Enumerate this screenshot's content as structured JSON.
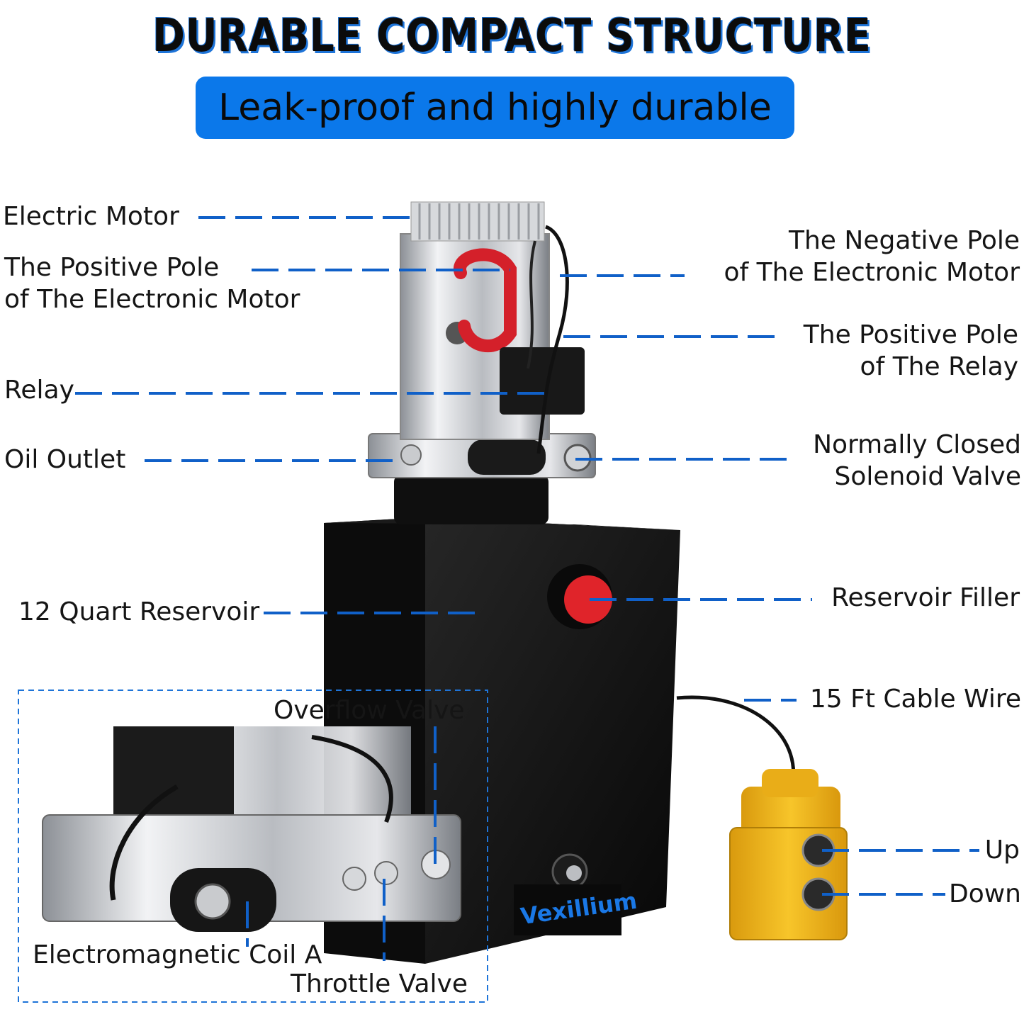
{
  "header": {
    "title": "DURABLE COMPACT STRUCTURE",
    "subtitle": "Leak-proof and highly durable"
  },
  "labels": {
    "electric_motor": "Electric Motor",
    "positive_pole_motor_1": "The Positive Pole",
    "positive_pole_motor_2": "of The Electronic Motor",
    "relay": "Relay",
    "oil_outlet": "Oil Outlet",
    "reservoir": "12 Quart Reservoir",
    "negative_pole_motor_1": "The Negative Pole",
    "negative_pole_motor_2": "of The Electronic Motor",
    "positive_pole_relay_1": "The Positive Pole",
    "positive_pole_relay_2": "of The Relay",
    "solenoid_valve_1": "Normally Closed",
    "solenoid_valve_2": "Solenoid Valve",
    "reservoir_filler": "Reservoir Filler",
    "cable_wire": "15 Ft Cable Wire",
    "up": "Up",
    "down": "Down",
    "overflow_valve": "Overflow Valve",
    "coil_a": "Electromagnetic Coil A",
    "throttle_valve": "Throttle Valve"
  },
  "brand": "Vexillium",
  "colors": {
    "accent_blue": "#0b78ea",
    "line_blue": "#1060c8",
    "reservoir_black": "#111111",
    "remote_yellow": "#f2b81c",
    "filler_red": "#e0242a"
  }
}
